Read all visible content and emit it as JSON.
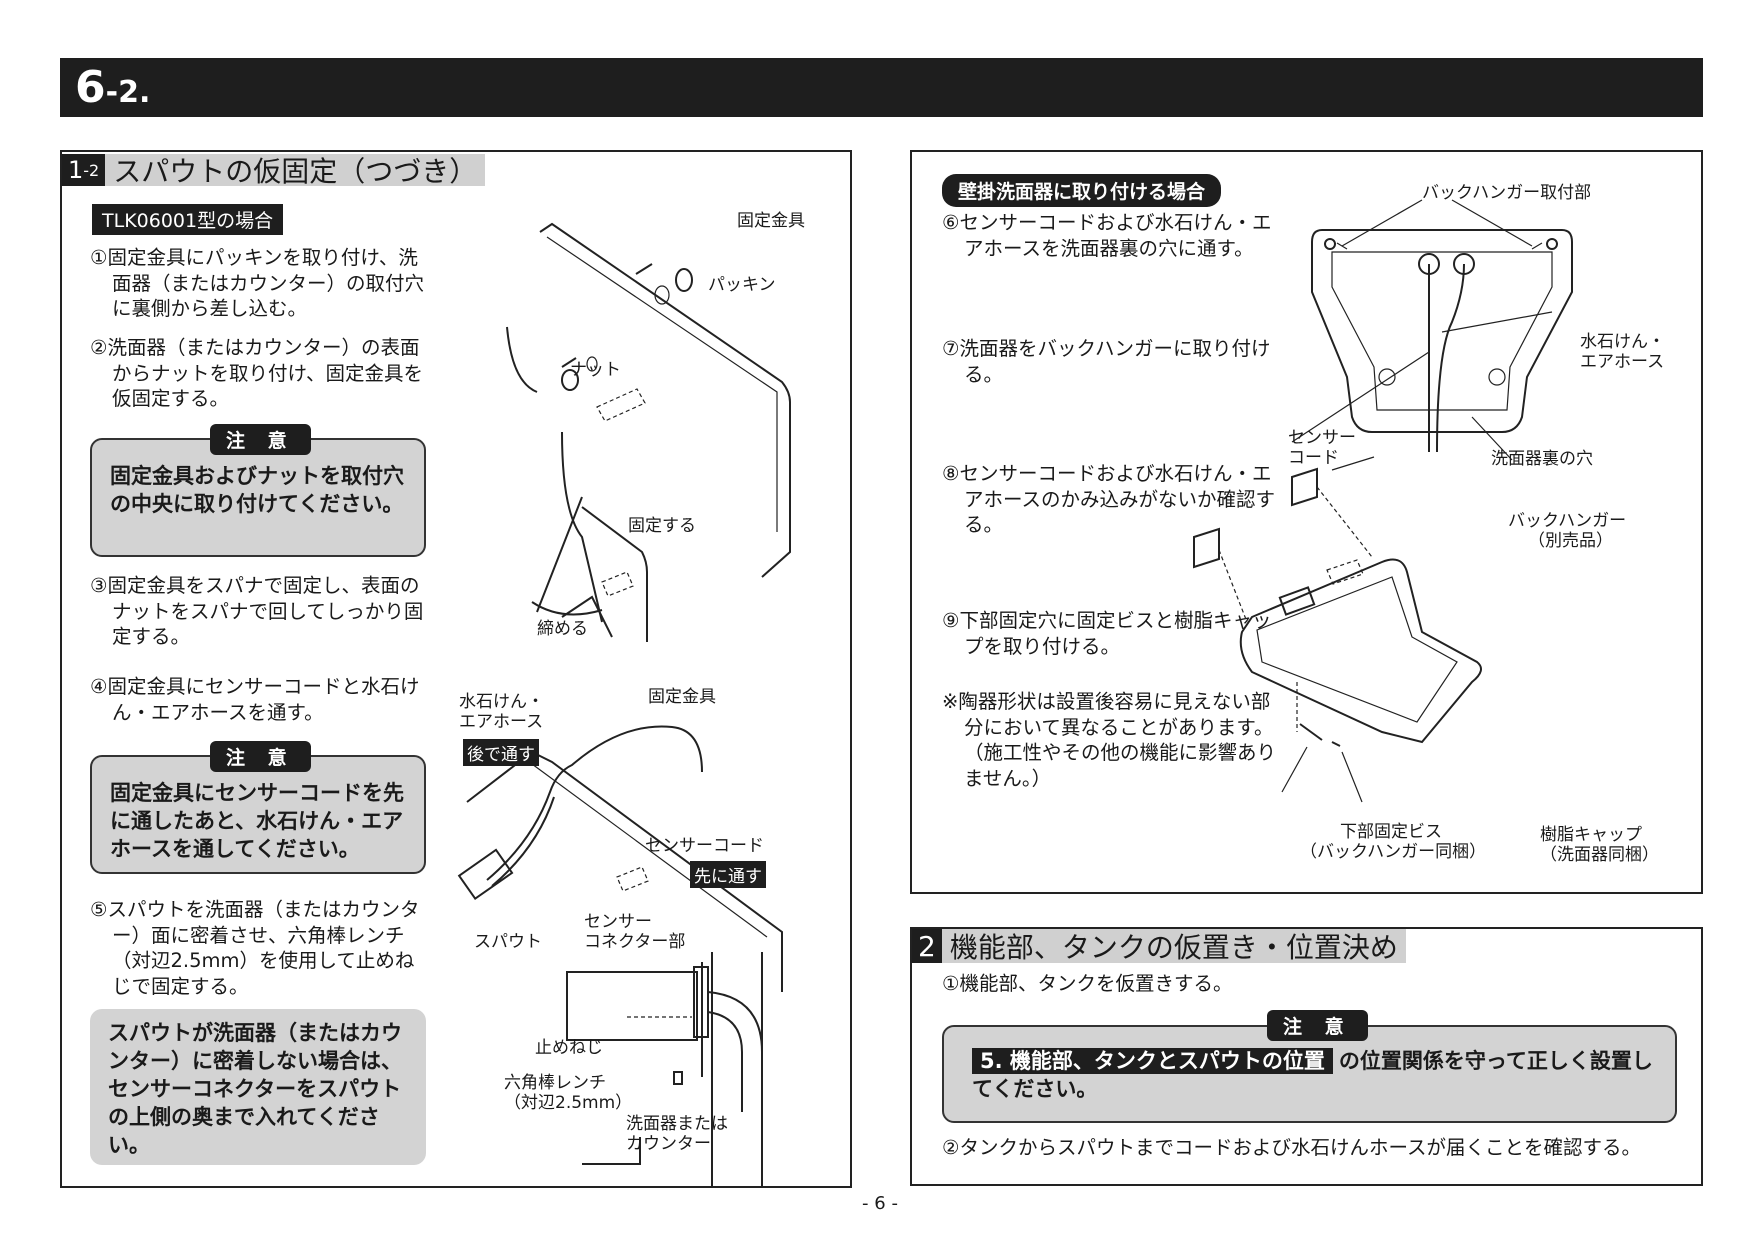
{
  "header": {
    "chapter": "6",
    "sub": "-2."
  },
  "left": {
    "section_num": "1",
    "section_sub": "-2",
    "section_title": "スパウトの仮固定（つづき）",
    "subheading": "TLK06001型の場合",
    "steps": [
      "①固定金具にパッキンを取り付け、洗面器（またはカウンター）の取付穴に裏側から差し込む。",
      "②洗面器（またはカウンター）の表面からナットを取り付け、固定金具を仮固定する。",
      "③固定金具をスパナで固定し、表面のナットをスパナで回してしっかり固定する。",
      "④固定金具にセンサーコードと水石けん・エアホースを通す。",
      "⑤スパウトを洗面器（またはカウンター）面に密着させ、六角棒レンチ（対辺2.5mm）を使用して止めねじで固定する。"
    ],
    "caution_label": "注 意",
    "caution1": "固定金具およびナットを取付穴の中央に取り付けてください。",
    "caution2": "固定金具にセンサーコードを先に通したあと、水石けん・エアホースを通してください。",
    "note": "スパウトが洗面器（またはカウンター）に密着しない場合は、センサーコネクターをスパウトの上側の奥まで入れてください。",
    "labels": {
      "bracket": "固定金具",
      "packing": "パッキン",
      "nut": "ナット",
      "fix": "固定する",
      "tighten": "締める",
      "hose": "水石けん・",
      "hose2": "エアホース",
      "later": "後で通す",
      "bracket2": "固定金具",
      "sensor_cord": "センサーコード",
      "first": "先に通す",
      "spout": "スパウト",
      "connector": "センサー",
      "connector2": "コネクター部",
      "setscrew": "止めねじ",
      "wrench": "六角棒レンチ",
      "wrench2": "（対辺2.5mm）",
      "basin": "洗面器または",
      "basin2": "カウンター"
    }
  },
  "right_top": {
    "pill": "壁掛洗面器に取り付ける場合",
    "steps": [
      "⑥センサーコードおよび水石けん・エアホースを洗面器裏の穴に通す。",
      "⑦洗面器をバックハンガーに取り付ける。",
      "⑧センサーコードおよび水石けん・エアホースのかみ込みがないか確認する。",
      "⑨下部固定穴に固定ビスと樹脂キャップを取り付ける。"
    ],
    "note": "※陶器形状は設置後容易に見えない部分において異なることがあります。（施工性やその他の機能に影響ありません。）",
    "labels": {
      "hanger_mount": "バックハンガー取付部",
      "hose": "水石けん・",
      "hose2": "エアホース",
      "cord": "センサー",
      "cord2": "コード",
      "hole": "洗面器裏の穴",
      "hanger": "バックハンガー",
      "hanger2": "（別売品）",
      "screw": "下部固定ビス",
      "screw2": "（バックハンガー同梱）",
      "cap": "樹脂キャップ",
      "cap2": "（洗面器同梱）"
    }
  },
  "right_bottom": {
    "section_num": "2",
    "section_title": "機能部、タンクの仮置き・位置決め",
    "step1": "①機能部、タンクを仮置きする。",
    "caution_label": "注 意",
    "caution_ref": "5. 機能部、タンクとスパウトの位置",
    "caution_text": "の位置関係を守って正しく設置してください。",
    "step2": "②タンクからスパウトまでコードおよび水石けんホースが届くことを確認する。"
  },
  "footer": {
    "page": "- 6 -"
  }
}
